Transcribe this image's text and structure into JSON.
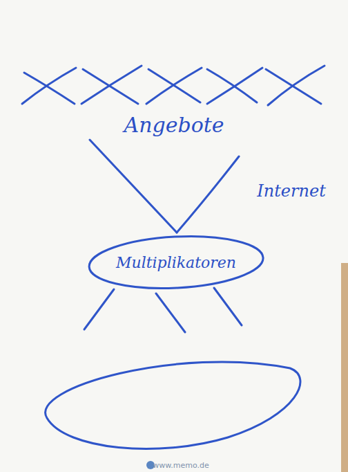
{
  "diagram": {
    "nodes": [
      {
        "text": [
          "Multiplikatoren"
        ]
      }
    ],
    "labels": [
      "Angebote",
      "Internet",
      "www.memo.de"
    ]
  }
}
